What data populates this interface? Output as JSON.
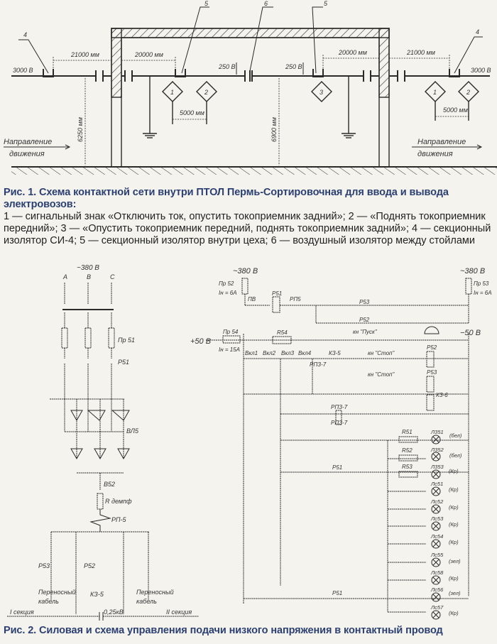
{
  "figure1": {
    "caption_title": "Рис. 1. Схема контактной сети внутри ПТОЛ Пермь-Сортировочная для ввода и вывода электровозов:",
    "caption_body": "1 — сигнальный знак «Отключить ток, опустить токоприемник задний»; 2 — «Поднять токоприемник передний»; 3 — «Опустить токоприемник передний, поднять токоприемник задний»; 4 — секционный изолятор СИ-4; 5 — секционный изолятор внутри цеха; 6 — воздушный изолятор между стойлами",
    "labels": {
      "voltage_left": "3000 В",
      "voltage_right": "3000 В",
      "dim_21000_left": "21000 мм",
      "dim_20000_left": "20000 мм",
      "dim_20000_right": "20000 мм",
      "dim_21000_right": "21000 мм",
      "dim_5000_left": "5000 мм",
      "dim_5000_right": "5000 мм",
      "height_6250": "6250 мм",
      "height_6900": "6900 мм",
      "v250_left": "250 В",
      "v250_right": "250 В",
      "callout_4_left": "4",
      "callout_5_left": "5",
      "callout_6": "6",
      "callout_5_right": "5",
      "callout_4_right": "4",
      "sign_1_left": "1",
      "sign_2_left": "2",
      "sign_3": "3",
      "sign_1_right": "1",
      "sign_2_right": "2",
      "direction_line1": "Направление",
      "direction_line2": "движения"
    }
  },
  "figure2": {
    "caption_title": "Рис. 2. Силовая и схема управления подачи низкого напряжения в контактный провод",
    "power": {
      "supply": "~380 В",
      "phases": [
        "A",
        "B",
        "C"
      ],
      "fuse": "Пр 51",
      "relay": "Р51",
      "rectifier": "ВЛ5",
      "switch": "В52",
      "resistor": "R демпф",
      "relay_rp": "РП-5",
      "relay_r53": "Р53",
      "relay_r52": "Р52",
      "kz": "КЗ-5",
      "cable_left_1": "Переносный",
      "cable_left_2": "кабель",
      "cable_right_1": "Переносный",
      "cable_right_2": "кабель",
      "section_1": "I секция",
      "section_2": "II секция",
      "voltage": "0,25кВ"
    },
    "control": {
      "supply_left": "~380 В",
      "supply_right": "~380 В",
      "fuse_left": "Пр 52",
      "fuse_left_rating": "Iн = 6А",
      "fuse_right": "Пр 53",
      "fuse_right_rating": "Iн = 6А",
      "pv": "ПВ",
      "r51_coil": "Р51",
      "rp5": "РП5",
      "p53_contact": "Р53",
      "p52_contact": "Р52",
      "plus50": "+50 В",
      "minus50": "−50 В",
      "fuse_54": "Пр 54",
      "fuse_54_rating": "Iн = 15А",
      "r54": "R54",
      "btn_start": "кн \"Пуск\"",
      "vkl": [
        "Вкл1",
        "Вкл2",
        "Вкл3",
        "Вкл4"
      ],
      "rp3_7": "РПЗ-7",
      "kz5": "КЗ-5",
      "btn_stop": "кн \"Стоп\"",
      "p53": "Р53",
      "p52": "Р52",
      "kz6": "КЗ-6",
      "p51": "Р51",
      "resistors": [
        "R51",
        "R52",
        "R53"
      ],
      "lamps": [
        {
          "name": "Л351",
          "color": "(бел)"
        },
        {
          "name": "Л352",
          "color": "(бел)"
        },
        {
          "name": "Л353",
          "color": "(Кр)"
        },
        {
          "name": "Лс51",
          "color": "(Кр)"
        },
        {
          "name": "Лс52",
          "color": "(Кр)"
        },
        {
          "name": "Лс53",
          "color": "(Кр)"
        },
        {
          "name": "Лс54",
          "color": "(Кр)"
        },
        {
          "name": "Лс55",
          "color": "(зел)"
        },
        {
          "name": "Лс58",
          "color": "(Кр)"
        },
        {
          "name": "Лс56",
          "color": "(зел)"
        },
        {
          "name": "Лс57",
          "color": "(Кр)"
        }
      ]
    }
  }
}
